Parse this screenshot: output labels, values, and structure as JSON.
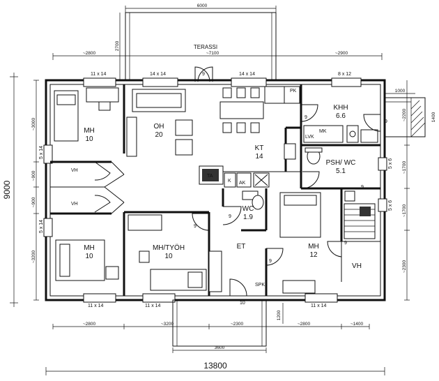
{
  "rooms": {
    "terrace": "TERASSI",
    "mh_nw_name": "MH",
    "mh_nw_area": "10",
    "oh_name": "OH",
    "oh_area": "20",
    "kt_name": "KT",
    "kt_area": "14",
    "khh_name": "KHH",
    "khh_area": "6.6",
    "psh_name": "PSH/ WC",
    "psh_area": "5.1",
    "vh1": "VH",
    "vh2": "VH",
    "vh3": "VH",
    "mh_sw_name": "MH",
    "mh_sw_area": "10",
    "mhtyoh_name": "MH/TYÖH",
    "mhtyoh_area": "10",
    "wc_name": "WC",
    "wc_area": "1.9",
    "et_name": "ET",
    "mh_se_name": "MH",
    "mh_se_area": "12"
  },
  "fixtures": {
    "ta": "TA",
    "k": "K",
    "ak": "AK",
    "lvk": "LVK",
    "mk": "MK",
    "spk": "SPK",
    "pk": "PK"
  },
  "doors": {
    "d_terrace": "9",
    "d_khh": "9",
    "d_ext_e": "9",
    "d_psh": "9",
    "d_wc": "9",
    "d_mhtyoh": "9",
    "d_mhse": "9",
    "d_sauna": "9",
    "d_entry": "10"
  },
  "windows": {
    "w1": "11 x 14",
    "w2": "14 x 14",
    "w3": "14 x 14",
    "w4": "8 x 12",
    "w5": "11 x 14",
    "w6": "11 x 14",
    "w7": "11 x 14",
    "w_left1": "5 x 14",
    "w_left2": "5 x 14",
    "w_right1": "5 x 6",
    "w_right2": "5 x 6"
  },
  "dimensions": {
    "top_terrace": "6000",
    "terrace_depth": "2700",
    "top_left": "~2800",
    "top_mid": "~7100",
    "top_right": "~2900",
    "left_a": "~3000",
    "left_b": "~900",
    "left_c": "~900",
    "left_d": "~3200",
    "right_a": "1000",
    "right_b": "~2200",
    "right_c": "1400",
    "right_d": "~1700",
    "right_e": "~1700",
    "right_f": "~2300",
    "bottom_a": "~2800",
    "bottom_b": "~3200",
    "bottom_c": "~2300",
    "bottom_d": "1200",
    "bottom_e": "~2800",
    "bottom_f": "~1400",
    "entry_width": "3600",
    "overall_height": "9000",
    "overall_width": "13800"
  }
}
